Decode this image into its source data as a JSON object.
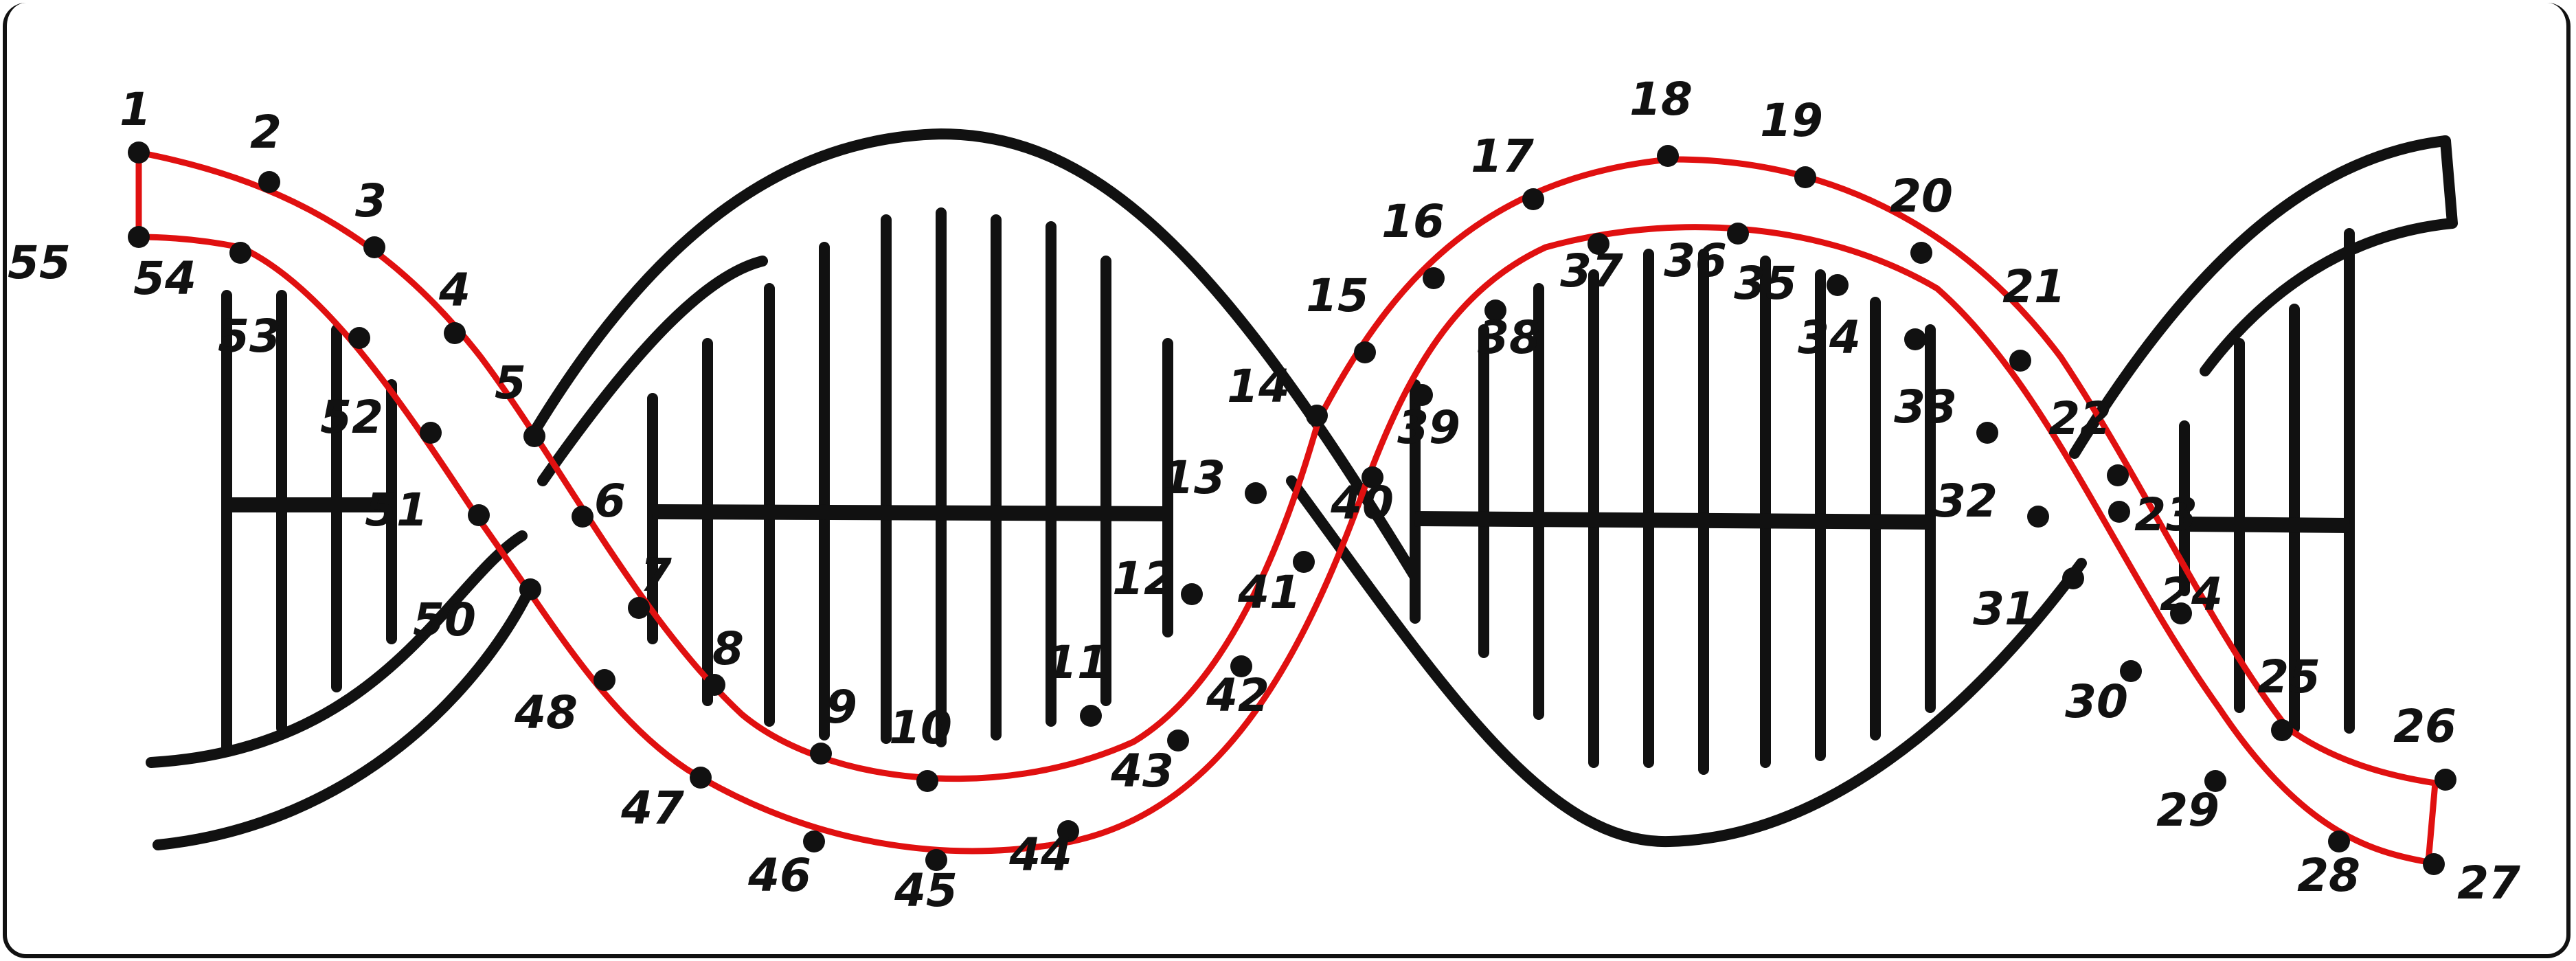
{
  "colors": {
    "outline": "#111111",
    "path": "#e01010",
    "dot": "#111111",
    "background": "#ffffff"
  },
  "labels": [
    "1",
    "2",
    "3",
    "4",
    "5",
    "6",
    "7",
    "8",
    "9",
    "10",
    "11",
    "12",
    "13",
    "14",
    "15",
    "16",
    "17",
    "18",
    "19",
    "20",
    "21",
    "22",
    "23",
    "24",
    "25",
    "26",
    "27",
    "28",
    "29",
    "30",
    "31",
    "32",
    "33",
    "34",
    "35",
    "36",
    "37",
    "38",
    "39",
    "40",
    "41",
    "42",
    "43",
    "44",
    "45",
    "46",
    "47",
    "48",
    "50",
    "51",
    "52",
    "53",
    "54",
    "55"
  ]
}
